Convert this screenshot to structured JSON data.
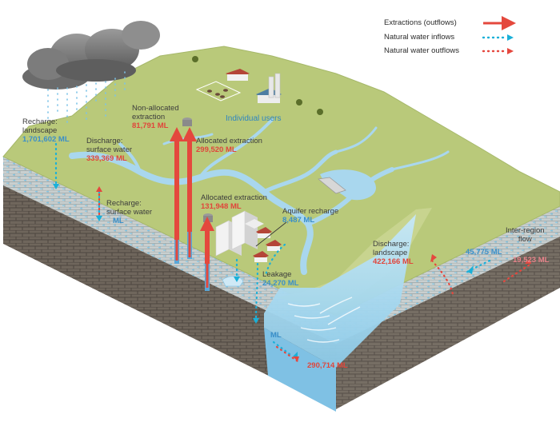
{
  "legend": {
    "extractions": "Extractions (outflows)",
    "inflows": "Natural water inflows",
    "outflows": "Natural water outflows"
  },
  "colors": {
    "extraction": "#e4483d",
    "inflow": "#1ab0d8",
    "outflow": "#e5473e",
    "value_inflow": "#3b8fc8",
    "value_outflow": "#e0463b",
    "value_interregion_out": "#e8828a",
    "land": "#b9c97a",
    "water": "#9fd3ef"
  },
  "labels": {
    "recharge_landscape": {
      "title": [
        "Recharge:",
        "landscape"
      ],
      "value": "1,701,602 ML"
    },
    "discharge_surface": {
      "title": [
        "Discharge:",
        "surface water"
      ],
      "value": "339,369 ML"
    },
    "recharge_surface": {
      "title": [
        "Recharge:",
        "surface water"
      ],
      "value": "ML"
    },
    "non_allocated": {
      "title": [
        "Non-allocated",
        "extraction"
      ],
      "value": "81,791 ML"
    },
    "allocated_1": {
      "title": [
        "Allocated extraction"
      ],
      "value": "299,520 ML"
    },
    "allocated_2": {
      "title": [
        "Allocated extraction"
      ],
      "value": "131,948 ML"
    },
    "individual_users": "Individual users",
    "aquifer_recharge": {
      "title": [
        "Aquifer recharge"
      ],
      "value": "8,487 ML"
    },
    "leakage": {
      "title": [
        "Leakage"
      ],
      "value": "24,270 ML"
    },
    "ml_small": "ML",
    "value_290714": "290,714 ML",
    "discharge_landscape": {
      "title": [
        "Discharge:",
        "landscape"
      ],
      "value": "422,166 ML"
    },
    "inter_region": {
      "title": [
        "Inter-region",
        "flow"
      ],
      "in_value": "45,775 ML",
      "out_value": "19,523 ML"
    }
  }
}
